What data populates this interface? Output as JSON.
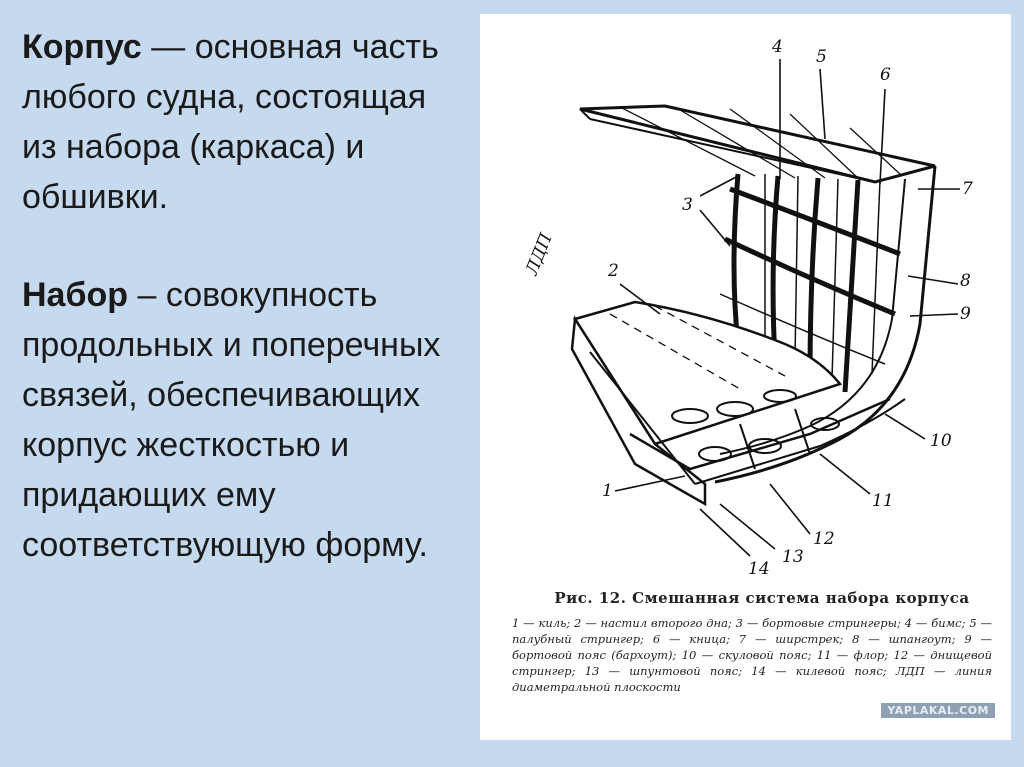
{
  "text": {
    "p1_term": "Корпус",
    "p1_rest": " — основная часть любого судна, состоящая из набора (каркаса) и обшивки.",
    "p2_term": "Набор",
    "p2_rest": " – совокупность продольных и поперечных связей, обеспечивающих корпус жесткостью и придающих ему соответствующую форму."
  },
  "figure": {
    "labels": {
      "n1": "1",
      "n2": "2",
      "n3": "3",
      "n4": "4",
      "n5": "5",
      "n6": "6",
      "n7": "7",
      "n8": "8",
      "n9": "9",
      "n10": "10",
      "n11": "11",
      "n12": "12",
      "n13": "13",
      "n14": "14",
      "ldp": "ЛДП"
    },
    "caption_title": "Рис. 12. Смешанная система набора корпуса",
    "caption_legend": "1 — киль; 2 — настил второго дна; 3 — бортовые стрингеры; 4 — бимс; 5 — палубный стрингер; 6 — кница; 7 — ширстрек; 8 — шпангоут; 9 — бортовой пояс (бархоут); 10 — скуловой пояс; 11 — флор; 12 — днищевой стрингер; 13 — шпунтовой пояс; 14 — килевой пояс; ЛДП — линия диаметральной плоскости",
    "watermark": "YAPLAKAL.COM"
  }
}
